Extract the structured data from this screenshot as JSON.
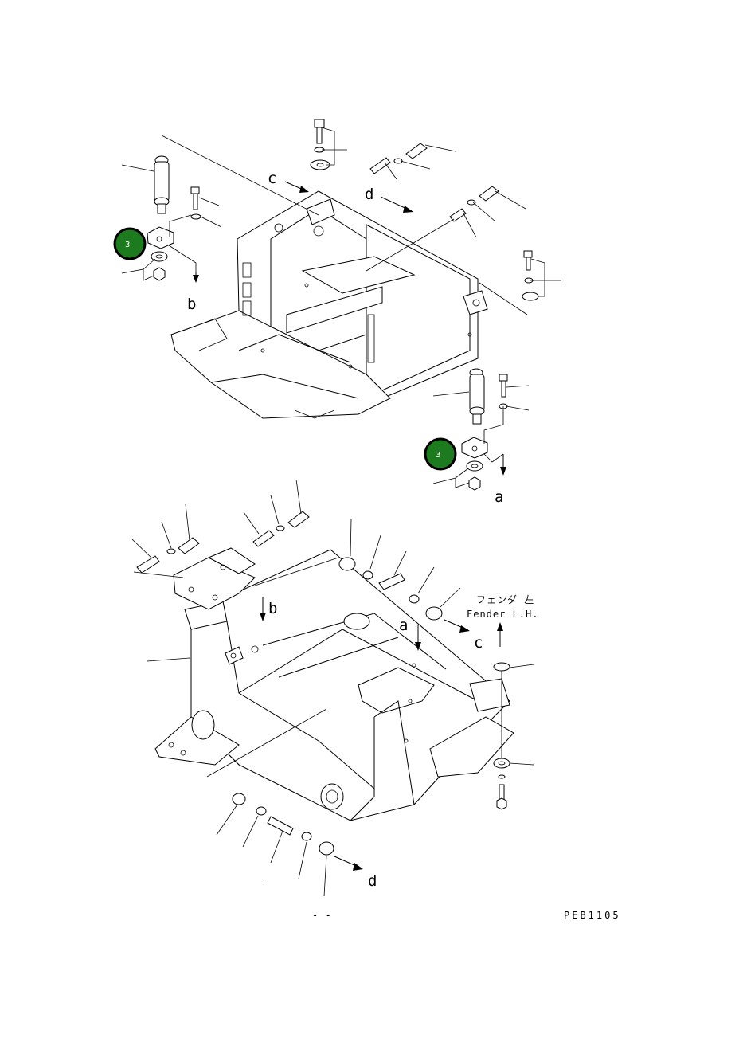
{
  "diagram": {
    "drawing_code": "PEB1105",
    "fender_note_jp": "フェンダ 左",
    "fender_note_en": "Fender L.H.",
    "stray_mark_bottom": "- -",
    "stray_mark_small": "-",
    "callouts": {
      "a_top": "a",
      "b_top": "b",
      "c_top": "c",
      "d_top": "d",
      "a_bottom": "a",
      "b_bottom": "b",
      "c_bottom": "c",
      "d_bottom": "d"
    },
    "badges": [
      {
        "label": "3",
        "color": "#1e7a1e"
      },
      {
        "label": "3",
        "color": "#1e7a1e"
      }
    ]
  }
}
